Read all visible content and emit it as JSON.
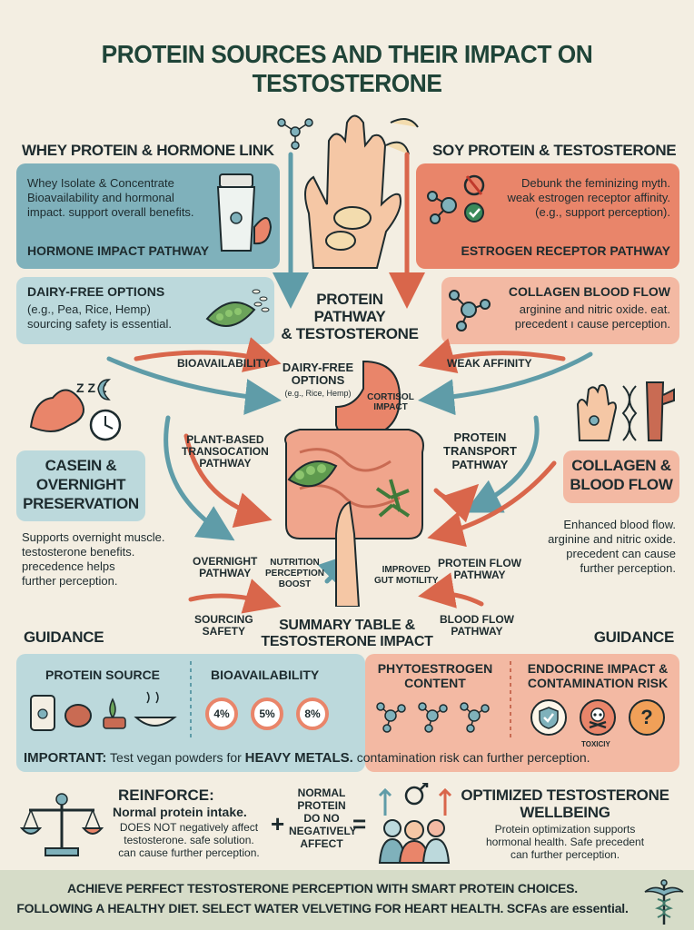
{
  "title": "PROTEIN SOURCES AND THEIR IMPACT ON TESTOSTERONE",
  "whey": {
    "heading": "WHEY PROTEIN & HORMONE LINK",
    "lines": [
      "Whey Isolate & Concentrate",
      "Bioavailability and hormonal",
      "impact. support overall benefits."
    ],
    "bar": "HORMONE IMPACT PATHWAY"
  },
  "soy": {
    "heading": "SOY PROTEIN & TESTOSTERONE",
    "lines": [
      "Debunk the feminizing myth.",
      "weak estrogen receptor affinity.",
      "(e.g., support perception)."
    ],
    "bar": "ESTROGEN RECEPTOR PATHWAY"
  },
  "dairy_free": {
    "heading": "DAIRY-FREE OPTIONS",
    "lines": [
      "(e.g., Pea, Rice, Hemp)",
      "sourcing safety is essential."
    ]
  },
  "collagen_top": {
    "heading": "COLLAGEN BLOOD FLOW",
    "lines": [
      "arginine and nitric oxide. eat.",
      "precedent ı cause perception."
    ]
  },
  "center": {
    "title_lines": [
      "PROTEIN",
      "PATHWAY",
      "& TESTOSTERONE"
    ],
    "dairy_lines": [
      "DAIRY-FREE",
      "OPTIONS"
    ],
    "dairy_sub": "(e.g., Rice, Hemp)",
    "cortisol_lines": [
      "CORTISOL",
      "IMPACT"
    ]
  },
  "arrows": {
    "bioavailability": "BIOAVAILABILITY",
    "weak_affinity": "WEAK AFFINITY",
    "plant_based": [
      "PLANT-BASED",
      "TRANSOCATION",
      "PATHWAY"
    ],
    "protein_transport": [
      "PROTEIN",
      "TRANSPORT",
      "PATHWAY"
    ],
    "overnight": [
      "OVERNIGHT",
      "PATHWAY"
    ],
    "nutrition": [
      "NUTRITION",
      "PERCEPTION",
      "BOOST"
    ],
    "gut": [
      "IMPROVED",
      "GUT MOTILITY"
    ],
    "protein_flow": [
      "PROTEIN FLOW",
      "PATHWAY"
    ],
    "sourcing": [
      "SOURCING",
      "SAFETY"
    ],
    "blood_flow": [
      "BLOOD FLOW",
      "PATHWAY"
    ]
  },
  "casein": {
    "heading_lines": [
      "CASEIN &",
      "OVERNIGHT",
      "PRESERVATION"
    ],
    "lines": [
      "Supports overnight muscle.",
      "testosterone benefits.",
      "precedence helps",
      "further perception."
    ]
  },
  "collagen_side": {
    "heading_lines": [
      "COLLAGEN &",
      "BLOOD FLOW"
    ],
    "lines": [
      "Enhanced blood flow.",
      "arginine and nitric oxide.",
      "precedent can cause",
      "further perception."
    ]
  },
  "summary": {
    "guidance_left": "GUIDANCE",
    "guidance_right": "GUIDANCE",
    "title_lines": [
      "SUMMARY TABLE &",
      "TESTOSTERONE IMPACT"
    ],
    "col_protein_source": "PROTEIN SOURCE",
    "col_bioavailability": "BIOAVAILABILITY",
    "col_phyto": [
      "PHYTOESTROGEN",
      "CONTENT"
    ],
    "col_endocrine": [
      "ENDOCRINE IMPACT &",
      "CONTAMINATION RISK"
    ],
    "percentages": [
      "4%",
      "5%",
      "8%"
    ],
    "toxicity_label": "TOXICIY",
    "important_label": "IMPORTANT:",
    "important_pre": "Test vegan powders for",
    "important_bold": "HEAVY METALS.",
    "important_post": "contamination risk can further perception."
  },
  "reinforce": {
    "heading": "REINFORCE:",
    "line_bold": "Normal protein intake.",
    "lines": [
      "DOES NOT negatively affect",
      "testosterone. safe solution.",
      "can cause further perception."
    ],
    "plus": "+",
    "equals": "=",
    "middle_lines": [
      "NORMAL",
      "PROTEIN",
      "DO NO",
      "NEGATIVELY",
      "AFFECT"
    ]
  },
  "optimized": {
    "heading_lines": [
      "OPTIMIZED TESTOSTERONE",
      "WELLBEING"
    ],
    "lines": [
      "Protein optimization supports",
      "hormonal health. Safe precedent",
      "can further perception."
    ]
  },
  "footer": {
    "line1": "ACHIEVE PERFECT TESTOSTERONE PERCEPTION WITH SMART PROTEIN CHOICES.",
    "line2": "FOLLOWING A HEALTHY DIET. SELECT WATER VELVETING FOR HEART HEALTH. SCFAs are essential."
  },
  "colors": {
    "teal": "#7fb1bb",
    "teal_light": "#bcd9dc",
    "salmon": "#e9856a",
    "salmon_light": "#f3b9a3",
    "ink": "#1d2b2e",
    "title_green": "#1f4438",
    "background": "#f3eee2"
  }
}
